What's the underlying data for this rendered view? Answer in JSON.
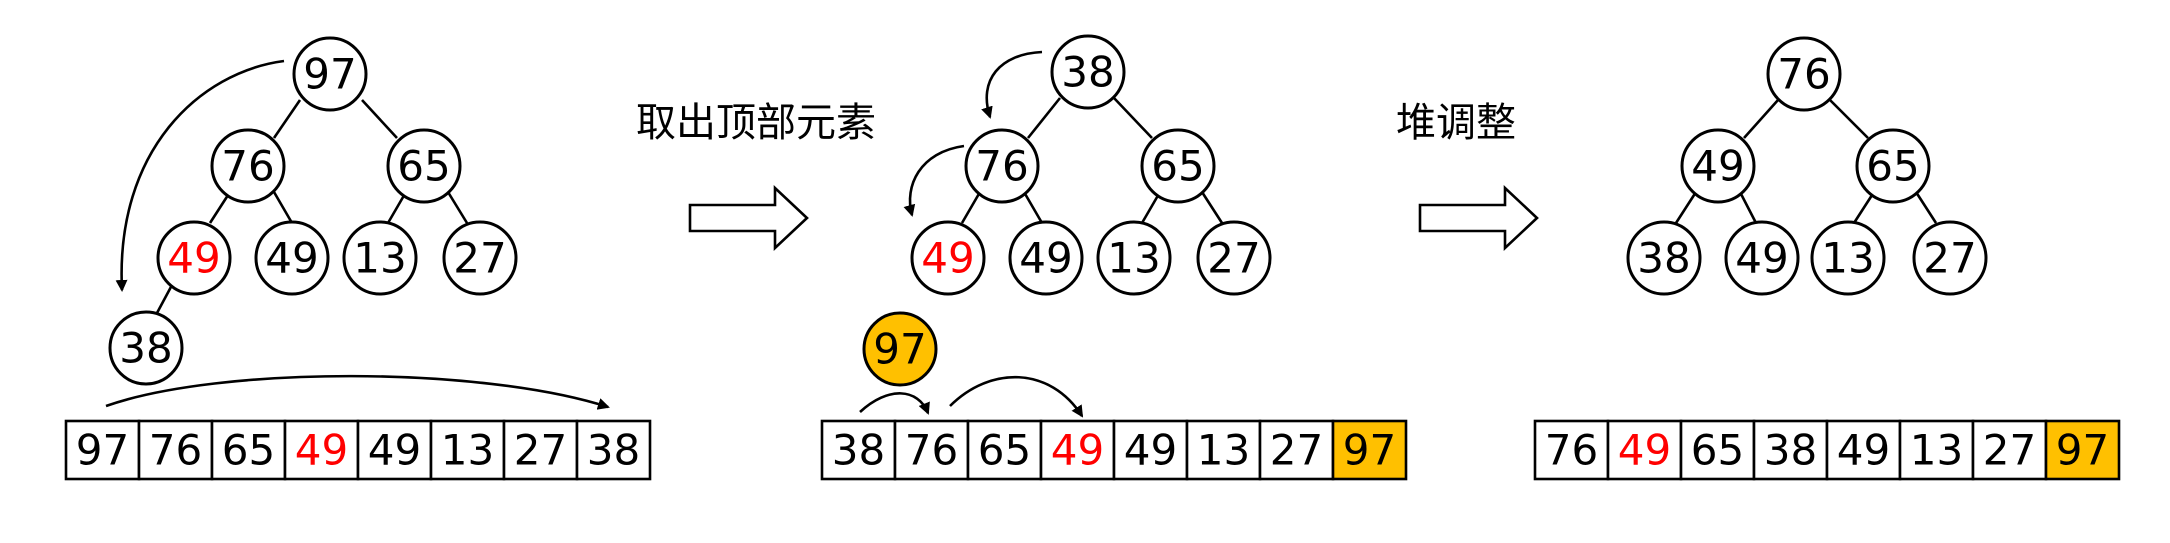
{
  "colors": {
    "normal": "#000000",
    "highlight": "#ff0000",
    "sorted_fill": "#ffc000"
  },
  "steps": [
    {
      "label": "取出顶部元素"
    },
    {
      "label": "堆调整"
    }
  ],
  "panels": [
    {
      "tree": {
        "nodes": [
          {
            "value": "97",
            "style": "normal"
          },
          {
            "value": "76",
            "style": "normal"
          },
          {
            "value": "65",
            "style": "normal"
          },
          {
            "value": "49",
            "style": "highlight"
          },
          {
            "value": "49",
            "style": "normal"
          },
          {
            "value": "13",
            "style": "normal"
          },
          {
            "value": "27",
            "style": "normal"
          },
          {
            "value": "38",
            "style": "normal"
          }
        ]
      },
      "array": [
        {
          "value": "97",
          "style": "normal"
        },
        {
          "value": "76",
          "style": "normal"
        },
        {
          "value": "65",
          "style": "normal"
        },
        {
          "value": "49",
          "style": "highlight"
        },
        {
          "value": "49",
          "style": "normal"
        },
        {
          "value": "13",
          "style": "normal"
        },
        {
          "value": "27",
          "style": "normal"
        },
        {
          "value": "38",
          "style": "normal"
        }
      ]
    },
    {
      "tree": {
        "nodes": [
          {
            "value": "38",
            "style": "normal"
          },
          {
            "value": "76",
            "style": "normal"
          },
          {
            "value": "65",
            "style": "normal"
          },
          {
            "value": "49",
            "style": "highlight"
          },
          {
            "value": "49",
            "style": "normal"
          },
          {
            "value": "13",
            "style": "normal"
          },
          {
            "value": "27",
            "style": "normal"
          }
        ]
      },
      "removed_node": {
        "value": "97",
        "style": "sorted"
      },
      "array": [
        {
          "value": "38",
          "style": "normal"
        },
        {
          "value": "76",
          "style": "normal"
        },
        {
          "value": "65",
          "style": "normal"
        },
        {
          "value": "49",
          "style": "highlight"
        },
        {
          "value": "49",
          "style": "normal"
        },
        {
          "value": "13",
          "style": "normal"
        },
        {
          "value": "27",
          "style": "normal"
        },
        {
          "value": "97",
          "style": "sorted"
        }
      ]
    },
    {
      "tree": {
        "nodes": [
          {
            "value": "76",
            "style": "normal"
          },
          {
            "value": "49",
            "style": "normal"
          },
          {
            "value": "65",
            "style": "normal"
          },
          {
            "value": "38",
            "style": "normal"
          },
          {
            "value": "49",
            "style": "highlight"
          },
          {
            "value": "13",
            "style": "normal"
          },
          {
            "value": "27",
            "style": "normal"
          }
        ]
      },
      "array": [
        {
          "value": "76",
          "style": "normal"
        },
        {
          "value": "49",
          "style": "highlight"
        },
        {
          "value": "65",
          "style": "normal"
        },
        {
          "value": "38",
          "style": "normal"
        },
        {
          "value": "49",
          "style": "normal"
        },
        {
          "value": "13",
          "style": "normal"
        },
        {
          "value": "27",
          "style": "normal"
        },
        {
          "value": "97",
          "style": "sorted"
        }
      ]
    }
  ]
}
